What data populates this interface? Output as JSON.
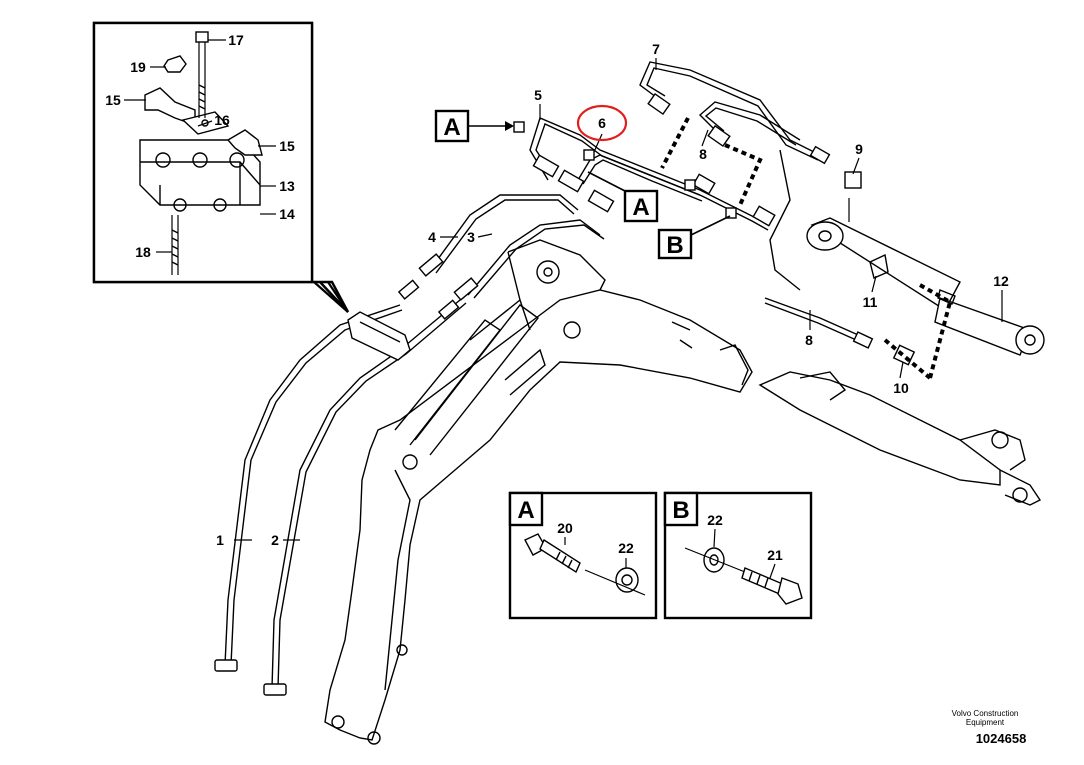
{
  "labels": [
    "1",
    "2",
    "3",
    "4",
    "5",
    "6",
    "7",
    "8",
    "9",
    "10",
    "11",
    "12",
    "13",
    "14",
    "15",
    "16",
    "17",
    "18",
    "19",
    "20",
    "21",
    "22"
  ],
  "detail_boxes": {
    "a_letter": "A",
    "b_letter": "B",
    "callout_a": "A",
    "callout_b": "B"
  },
  "highlight": {
    "part": "6",
    "color": "#e0201e"
  },
  "footer": {
    "manufacturer_line1": "Volvo Construction",
    "manufacturer_line2": "Equipment",
    "drawing_number": "1024658"
  }
}
